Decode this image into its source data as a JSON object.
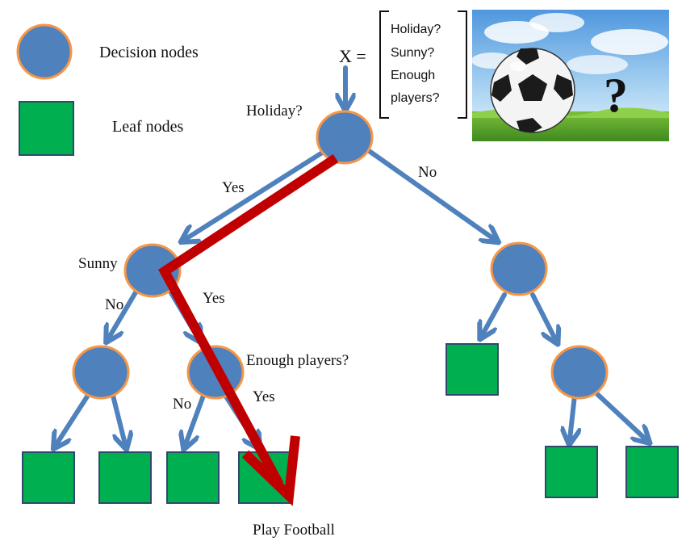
{
  "legend": {
    "decision_label": "Decision nodes",
    "leaf_label": "Leaf nodes"
  },
  "input_vector": {
    "prefix": "X =",
    "lines": [
      "Holiday?",
      "Sunny?",
      "Enough",
      "players?"
    ]
  },
  "nodes": {
    "root_question": "Holiday?",
    "sunny_question": "Sunny",
    "players_question": "Enough players?"
  },
  "edges": {
    "root_yes": "Yes",
    "root_no": "No",
    "sunny_no": "No",
    "sunny_yes": "Yes",
    "players_no": "No",
    "players_yes": "Yes"
  },
  "outcome": "Play Football",
  "photo": {
    "question_mark": "?"
  },
  "colors": {
    "decision_fill": "#4f81bd",
    "decision_stroke": "#f79646",
    "leaf_fill": "#00b050",
    "leaf_stroke": "#2e4a6b",
    "arrow": "#4f81bd",
    "path": "#c00000"
  }
}
